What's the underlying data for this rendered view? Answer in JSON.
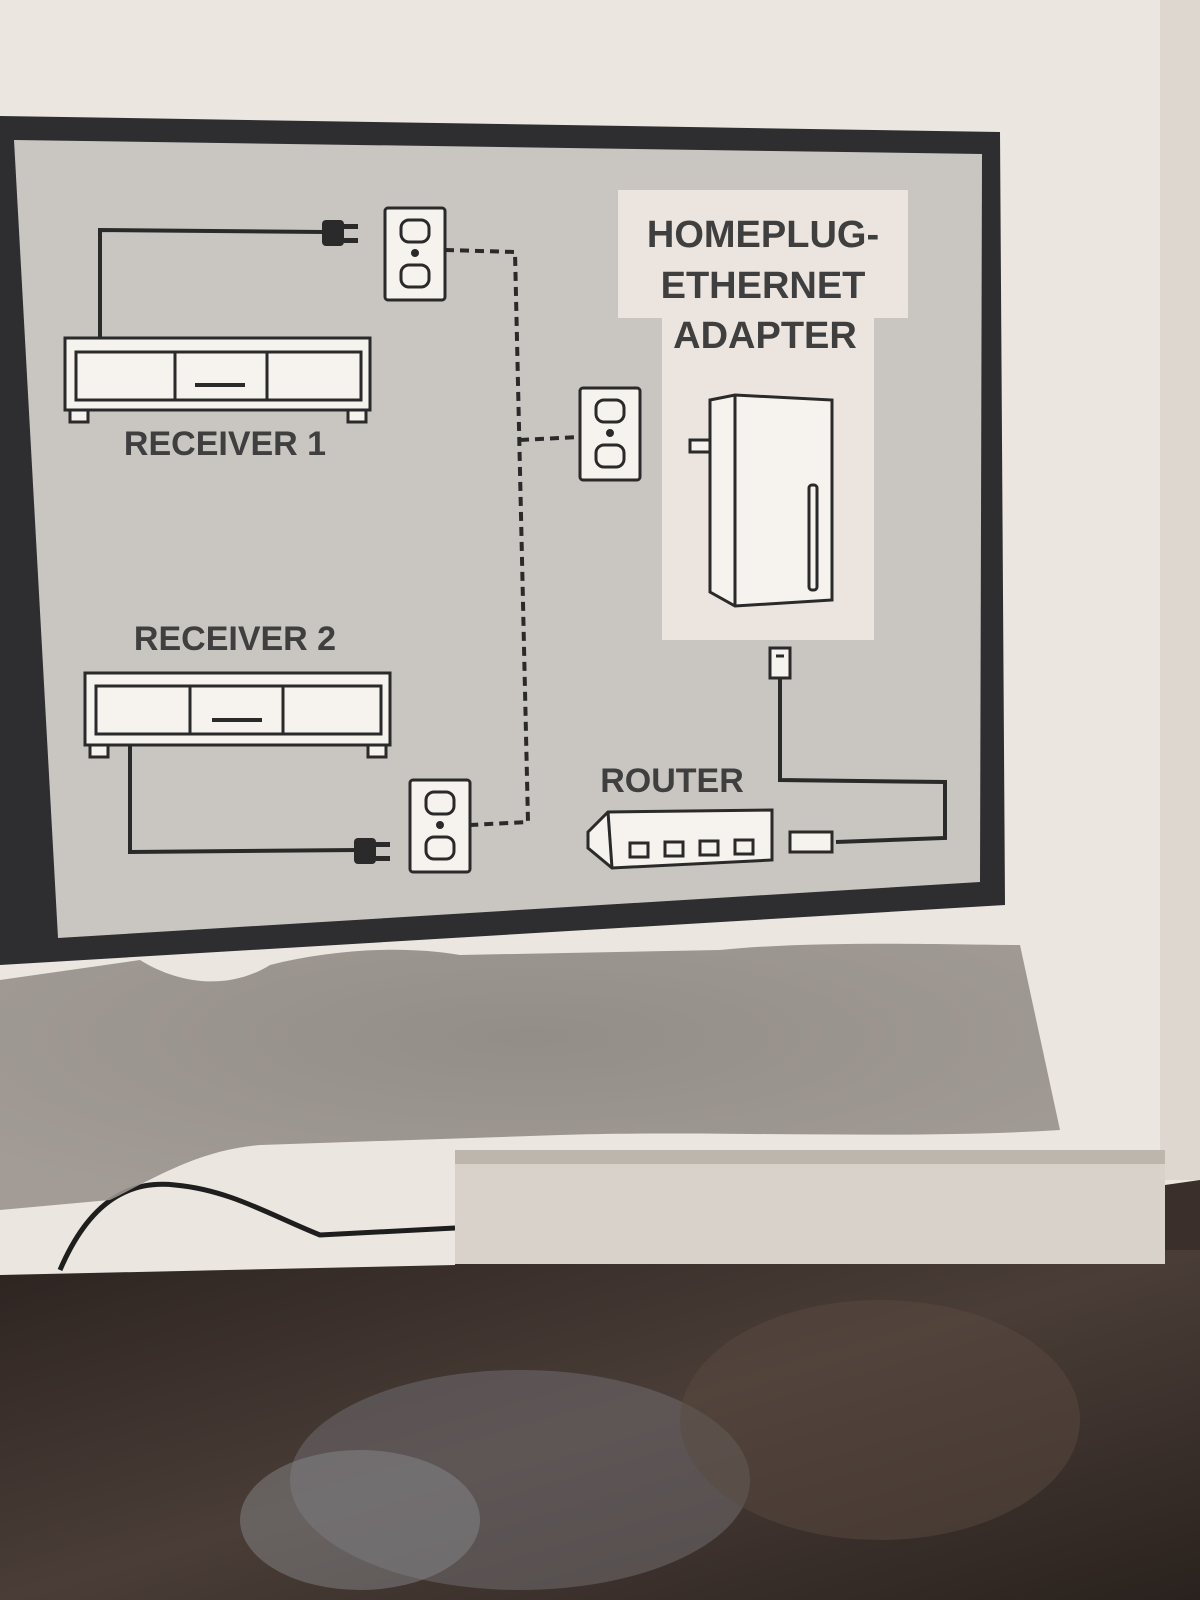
{
  "diagram": {
    "adapter_label_lines": [
      "HOMEPLUG-",
      "ETHERNET",
      "ADAPTER"
    ],
    "receiver_1_label": "RECEIVER 1",
    "receiver_2_label": "RECEIVER 2",
    "router_label": "ROUTER"
  },
  "colors": {
    "box_surface": "#e9e4dd",
    "panel_background": "#c9c6c2",
    "panel_border": "#2e2e30",
    "line_art": "#2a2a2a",
    "label_text": "#3f3f3f",
    "adapter_highlight": "#ebe4df",
    "shadow": "#8f8984",
    "background_clutter": "#3a2f2b"
  },
  "icons": [
    "power-outlet-icon",
    "power-plug-icon",
    "receiver-icon",
    "router-icon",
    "ethernet-connector-icon",
    "homeplug-adapter-icon"
  ]
}
